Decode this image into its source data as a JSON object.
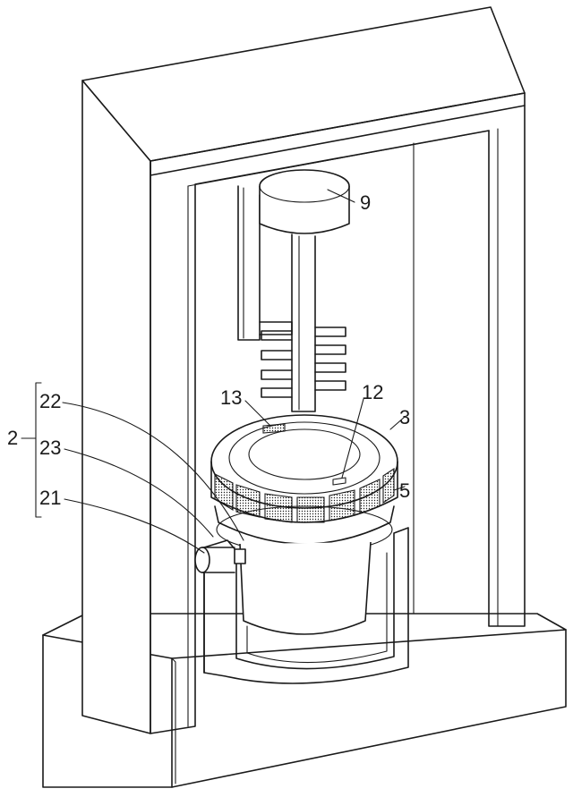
{
  "labels": {
    "l2": "2",
    "l22": "22",
    "l23": "23",
    "l21": "21",
    "l13": "13",
    "l12": "12",
    "l3": "3",
    "l5": "5",
    "l9": "9"
  }
}
